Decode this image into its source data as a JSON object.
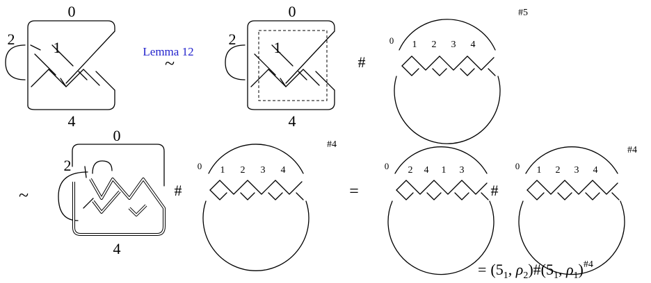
{
  "row1": {
    "knot_a": {
      "top": "0",
      "left": "2",
      "mid": "1",
      "bottom": "4"
    },
    "equiv": {
      "lemma": "Lemma 12",
      "tilde": "~"
    },
    "knot_b": {
      "top": "0",
      "left": "2",
      "mid": "1",
      "bottom": "4"
    },
    "hash": "#",
    "circle": {
      "labels": [
        "0",
        "1",
        "2",
        "3",
        "4"
      ],
      "power": "#5"
    }
  },
  "row2": {
    "tilde": "~",
    "knot_c": {
      "top": "0",
      "left": "2",
      "bottom": "4"
    },
    "hash1": "#",
    "circle1": {
      "labels": [
        "0",
        "1",
        "2",
        "3",
        "4"
      ],
      "power": "#4"
    },
    "equals": "=",
    "circle2": {
      "labels": [
        "0",
        "2",
        "4",
        "1",
        "3"
      ]
    },
    "hash2": "#",
    "circle3": {
      "labels": [
        "0",
        "1",
        "2",
        "3",
        "4"
      ],
      "power": "#4"
    }
  },
  "result": {
    "equals": "=",
    "open1": "(",
    "k1_base": "5",
    "k1_sub": "1",
    "comma1": ", ",
    "rho1_base": "ρ",
    "rho1_sub": "2",
    "mid": ")#(",
    "k2_base": "5",
    "k2_sub": "1",
    "comma2": ", ",
    "rho2_base": "ρ",
    "rho2_sub": "1",
    "close": ")",
    "power": "#4"
  }
}
